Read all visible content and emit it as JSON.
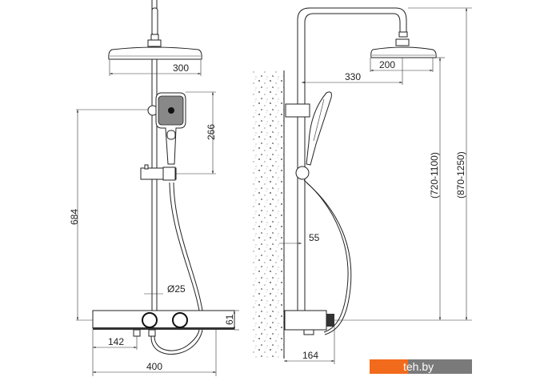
{
  "front_view": {
    "head_width": "300",
    "hand_shower_height": "266",
    "height_to_holder": "684",
    "pipe_diameter": "Ø25",
    "panel_height": "61",
    "outlet_offset": "142",
    "panel_width": "400"
  },
  "side_view": {
    "head_width": "200",
    "arm_reach": "330",
    "wall_distance": "55",
    "panel_depth": "164",
    "head_height_range": "(720-1100)",
    "total_height_range": "(870-1250)"
  },
  "watermark": {
    "text": "teh.by",
    "accent_color": "#f26a1b",
    "secondary_color": "#7a7a7a"
  }
}
